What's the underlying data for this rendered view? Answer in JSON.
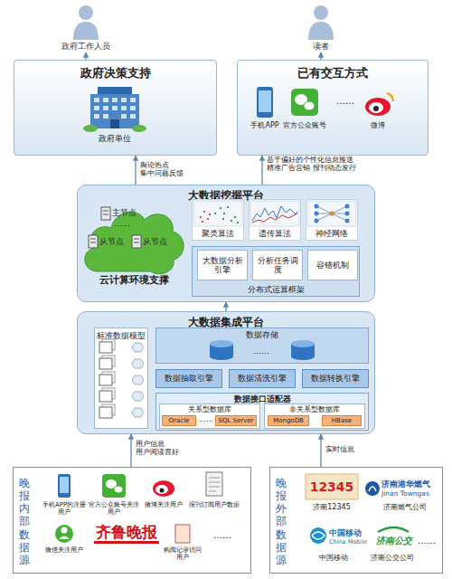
{
  "diagram": {
    "nodes": [
      {
        "text": [
          "政府工作人员"
        ]
      },
      {
        "text": [
          "读者"
        ]
      },
      {
        "text": [
          "政府决策支持"
        ]
      },
      {
        "text": [
          "已有交互方式"
        ]
      },
      {
        "text": [
          "大数据挖掘平台"
        ]
      },
      {
        "text": [
          "主节点",
          "……",
          "从节点",
          "从节点",
          "云计算环境支撑"
        ],
        "in": 4
      },
      {
        "text": [
          "聚类算法"
        ],
        "in": 4
      },
      {
        "text": [
          "遗传算法"
        ],
        "in": 4
      },
      {
        "text": [
          "神经网络"
        ],
        "in": 4
      },
      {
        "text": [
          "分布式运算框架"
        ],
        "in": 4
      },
      {
        "text": [
          "大数据分析引擎"
        ],
        "in": 9
      },
      {
        "text": [
          "分析任务调度"
        ],
        "in": 9
      },
      {
        "text": [
          "容错机制"
        ],
        "in": 9
      },
      {
        "text": [
          "大数据集成平台"
        ]
      },
      {
        "text": [
          "标准数据模型"
        ],
        "in": 13
      },
      {
        "text": [
          "数据存储",
          "……"
        ],
        "in": 13
      },
      {
        "text": [
          "数据抽取引擎"
        ],
        "in": 13
      },
      {
        "text": [
          "数据清洗引擎"
        ],
        "in": 13
      },
      {
        "text": [
          "数据转换引擎"
        ],
        "in": 13
      },
      {
        "text": [
          "数据接口适配器"
        ],
        "in": 13
      },
      {
        "text": [
          "关系型数据库",
          "……"
        ],
        "in": 19
      },
      {
        "text": [
          "Oracle"
        ],
        "in": 20
      },
      {
        "text": [
          "SQL Server"
        ],
        "in": 20
      },
      {
        "text": [
          "非关系型数据库"
        ],
        "in": 19
      },
      {
        "text": [
          "MongoDB"
        ],
        "in": 23
      },
      {
        "text": [
          "HBase"
        ],
        "in": 23
      },
      {
        "text": [
          "晚报内部数据源"
        ]
      },
      {
        "text": [
          "晚报外部数据源"
        ]
      }
    ],
    "edges": [
      {
        "from": 2,
        "to": 0,
        "arrow": "to"
      },
      {
        "from": 3,
        "to": 1,
        "arrow": "to"
      },
      {
        "from": 4,
        "to": 2,
        "label": "舆论热点 集中问题反馈",
        "arrow": "to"
      },
      {
        "from": 4,
        "to": 3,
        "label": "基于偏好的个性化信息推送 精准广告营销 报刊动态发行",
        "arrow": "to"
      },
      {
        "from": 13,
        "to": 4,
        "arrow": "to"
      },
      {
        "from": 26,
        "to": 13,
        "label": "用户信息 用户阅读喜好",
        "arrow": "to"
      },
      {
        "from": 27,
        "to": 13,
        "label": "实时信息",
        "arrow": "to"
      }
    ],
    "labels": [
      "政府单位",
      "手机APP",
      "官方公众账号",
      "……",
      "微博",
      "手机APP的注册用户",
      "官方公众账号关注用户",
      "微博关注用户",
      "报刊订阅用户数据",
      "微信关注用户",
      "齐鲁晚报",
      "购阅记录访问用户",
      "……",
      "12345",
      "济南12345",
      "济南港华燃气",
      "Jinan Towngas",
      "济南燃气公司",
      "中国移动",
      "China Mobile",
      "中国移动",
      "济南公交",
      "济南公交公司",
      "……"
    ]
  }
}
